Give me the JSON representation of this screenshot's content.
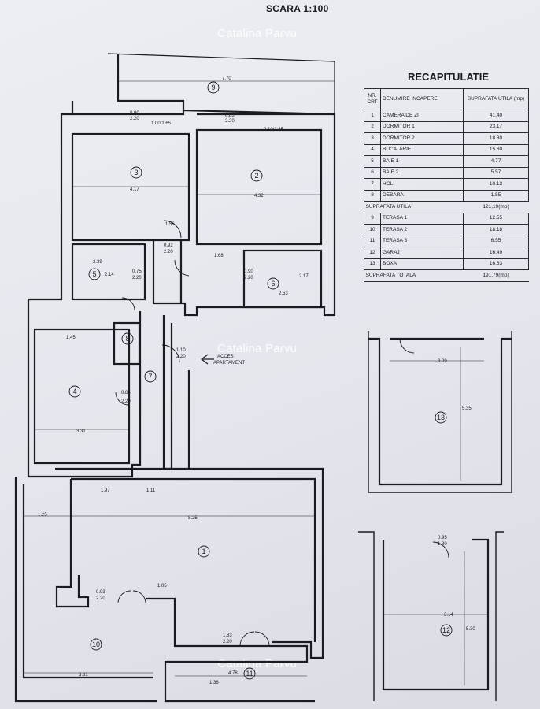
{
  "header": {
    "scale": "SCARA 1:100"
  },
  "watermarks": [
    "Catalina Parvu",
    "Catalina Parvu",
    "Catalina Parvu"
  ],
  "recap": {
    "title": "RECAPITULATIE",
    "col_nr": "NR. CRT",
    "col_name": "DENUMIRE INCAPERE",
    "col_area": "SUPRAFATA UTILA (mp)",
    "rows": [
      {
        "nr": "1",
        "name": "CAMERA DE ZI",
        "area": "41.40"
      },
      {
        "nr": "2",
        "name": "DORMITOR 1",
        "area": "23.17"
      },
      {
        "nr": "3",
        "name": "DORMITOR 2",
        "area": "18.80"
      },
      {
        "nr": "4",
        "name": "BUCATARIE",
        "area": "15.60"
      },
      {
        "nr": "5",
        "name": "BAIE 1",
        "area": "4.77"
      },
      {
        "nr": "6",
        "name": "BAIE 2",
        "area": "5.57"
      },
      {
        "nr": "7",
        "name": "HOL",
        "area": "10.13"
      },
      {
        "nr": "8",
        "name": "DEBARA",
        "area": "1.55"
      }
    ],
    "subtotal_label": "SUPRAFATA UTILA",
    "subtotal_value": "121,19(mp)",
    "rows2": [
      {
        "nr": "9",
        "name": "TERASA 1",
        "area": "12.55"
      },
      {
        "nr": "10",
        "name": "TERASA 2",
        "area": "18.18"
      },
      {
        "nr": "11",
        "name": "TERASA 3",
        "area": "6.55"
      },
      {
        "nr": "12",
        "name": "GARAJ",
        "area": "16.49"
      },
      {
        "nr": "13",
        "name": "BOXA",
        "area": "16.83"
      }
    ],
    "total_label": "SUPRAFATA TOTALA",
    "total_value": "191,79(mp)"
  },
  "plan": {
    "access_label_1": "ACCES",
    "access_label_2": "APARTAMENT",
    "room_numbers": [
      "1",
      "2",
      "3",
      "4",
      "5",
      "6",
      "7",
      "8",
      "9",
      "10",
      "11",
      "12",
      "13"
    ],
    "dimensions": [
      "7.70",
      "0.90",
      "2.20",
      "0.85",
      "2.20",
      "1.00/1.65",
      "2.10/1.65",
      "4.17",
      "4.32",
      "1.56",
      "0.92",
      "2.20",
      "1.68",
      "0.90",
      "2.20",
      "0.75",
      "2.20",
      "2.39",
      "2.14",
      "2.53",
      "2.17",
      "1.45",
      "0.85",
      "2.20",
      "3.31",
      "1.97",
      "1.11",
      "8.25",
      "1.25",
      "0.93",
      "2.20",
      "1.05",
      "1.83",
      "2.20",
      "3.81",
      "4.78",
      "1.36",
      "1.10",
      "2.20",
      "3.09",
      "3.14",
      "0.95",
      "1.80",
      "5.35",
      "5.30"
    ]
  }
}
